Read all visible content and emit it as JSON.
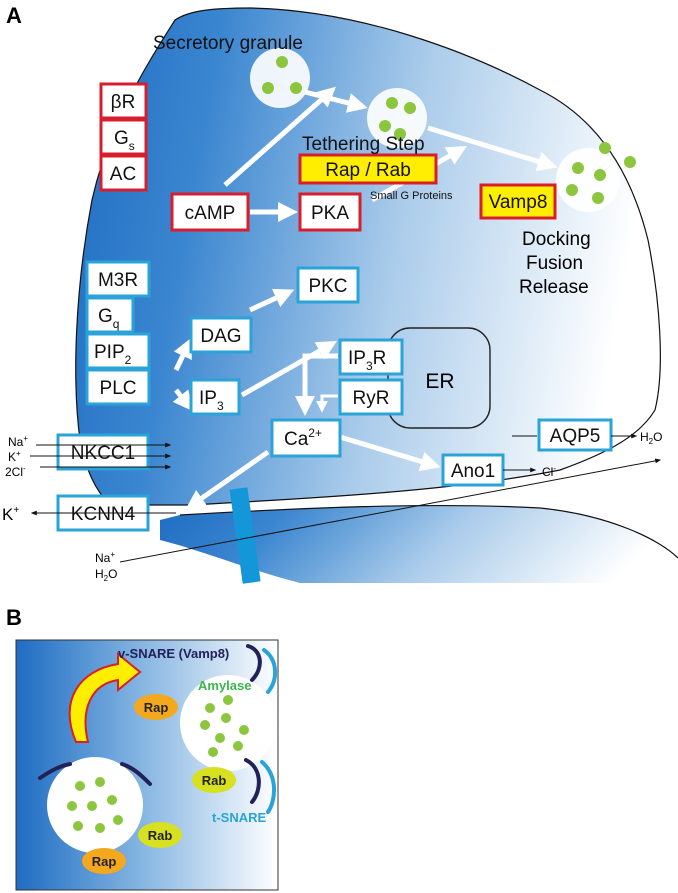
{
  "panel_a": {
    "label": "A",
    "secretory_granule": "Secretory granule",
    "tethering_step": "Tethering Step",
    "small_g_proteins": "Small G Proteins",
    "docking": "Docking",
    "fusion": "Fusion",
    "release": "Release",
    "boxes": {
      "beta_r": "βR",
      "g_s_main": "G",
      "g_s_sub": "s",
      "ac": "AC",
      "camp": "cAMP",
      "pka": "PKA",
      "rap_rab": "Rap / Rab",
      "vamp8": "Vamp8",
      "m3r": "M3R",
      "g_q_main": "G",
      "g_q_sub": "q",
      "pip2_main": "PIP",
      "pip2_sub": "2",
      "plc": "PLC",
      "dag": "DAG",
      "pkc": "PKC",
      "ip3_main": "IP",
      "ip3_sub": "3",
      "ip3r_main": "IP",
      "ip3r_sub": "3",
      "ip3r_end": "R",
      "ryr": "RyR",
      "er": "ER",
      "ca_main": "Ca",
      "ca_sup": "2+",
      "nkcc1": "NKCC1",
      "kcnn4": "KCNN4",
      "ano1": "Ano1",
      "aqp5": "AQP5"
    },
    "ions": {
      "na": "Na",
      "na_sup": "+",
      "k": "K",
      "k_sup": "+",
      "cl2": "2Cl",
      "cl2_sup": "-",
      "k_out": "K",
      "k_out_sup": "+",
      "cl_out": "Cl",
      "cl_out_sup": "-",
      "h2o_main": "H",
      "h2o_sub": "2",
      "h2o_end": "O",
      "na_bottom": "Na",
      "na_bottom_sup": "+",
      "h2o_bottom_main": "H",
      "h2o_bottom_sub": "2",
      "h2o_bottom_end": "O"
    }
  },
  "panel_b": {
    "label": "B",
    "v_snare": "v-SNARE (Vamp8)",
    "amylase": "Amylase",
    "t_snare": "t-SNARE",
    "rap_top": "Rap",
    "rab_mid": "Rab",
    "rab_low": "Rab",
    "rap_low": "Rap"
  },
  "colors": {
    "cell_dark": "#1f6fc4",
    "cell_light": "#ffffff",
    "red_outline": "#d81e2c",
    "blue_outline": "#2aa3d8",
    "yellow_fill": "#ffee00",
    "granule_dot": "#8cc63f",
    "rap_orange": "#f4a81d",
    "rab_yellowgreen": "#d7e021",
    "v_snare_navy": "#22215a",
    "t_snare_blue": "#2aa3d8",
    "amylase_green": "#39b54a"
  }
}
